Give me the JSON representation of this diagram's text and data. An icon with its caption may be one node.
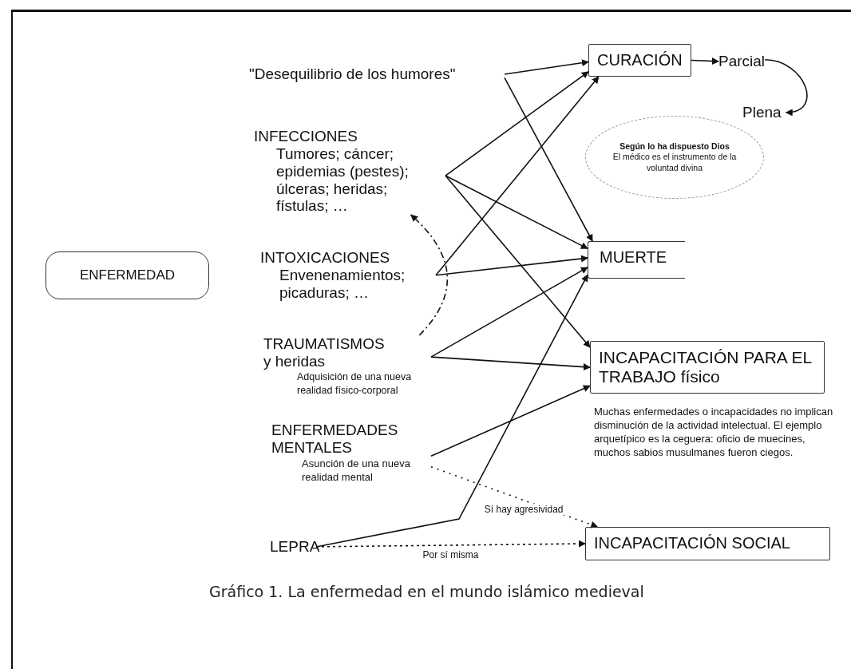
{
  "diagram": {
    "caption": "Gráfico 1. La enfermedad en el mundo islámico medieval",
    "nodes": [
      {
        "text": [
          "ENFERMEDAD"
        ]
      },
      {
        "text": [
          "\"Desequilibrio de los humores\""
        ]
      },
      {
        "text": [
          "INFECCIONES",
          "Tumores; cáncer; epidemias (pestes); úlceras; heridas; fístulas; …"
        ]
      },
      {
        "text": [
          "INTOXICACIONES",
          "Envenenamientos; picaduras; …"
        ]
      },
      {
        "text": [
          "TRAUMATISMOS y heridas",
          "Adquisición de una nueva realidad físico-corporal"
        ]
      },
      {
        "text": [
          "ENFERMEDADES MENTALES",
          "Asunción de una nueva realidad mental"
        ]
      },
      {
        "text": [
          "LEPRA"
        ]
      },
      {
        "text": [
          "CURACIÓN"
        ]
      },
      {
        "text": [
          "Parcial"
        ]
      },
      {
        "text": [
          "Plena"
        ]
      },
      {
        "text": [
          "Según lo ha dispuesto Dios",
          "El médico es el instrumento de la voluntad divina"
        ]
      },
      {
        "text": [
          "MUERTE"
        ]
      },
      {
        "text": [
          "INCAPACITACIÓN PARA EL TRABAJO físico"
        ],
        "beside": [
          "Muchas enfermedades o incapacidades no implican disminución de la actividad intelectual. El ejemplo arquetípico es la ceguera: oficio de muecines, muchos sabios musulmanes fueron ciegos."
        ]
      },
      {
        "text": [
          "INCAPACITACIÓN SOCIAL"
        ]
      }
    ],
    "edges": [
      {
        "from": 1,
        "to": 7,
        "arrow": "to"
      },
      {
        "from": 1,
        "to": 11,
        "arrow": "to"
      },
      {
        "from": 2,
        "to": 7,
        "arrow": "to"
      },
      {
        "from": 2,
        "to": 11,
        "arrow": "to"
      },
      {
        "from": 2,
        "to": 12,
        "arrow": "to"
      },
      {
        "from": 3,
        "to": 7,
        "arrow": "to"
      },
      {
        "from": 3,
        "to": 11,
        "arrow": "to"
      },
      {
        "from": 4,
        "to": 11,
        "arrow": "to"
      },
      {
        "from": 4,
        "to": 12,
        "arrow": "to"
      },
      {
        "from": 4,
        "to": 2,
        "arrow": "to",
        "style": "dashed"
      },
      {
        "from": 6,
        "to": 11,
        "arrow": "to"
      },
      {
        "from": 5,
        "to": 12,
        "arrow": "to"
      },
      {
        "from": 5,
        "to": 13,
        "arrow": "to",
        "style": "dashed",
        "label": "Sí hay agresividad"
      },
      {
        "from": 6,
        "to": 13,
        "arrow": "to",
        "style": "dashed",
        "label": "Por sí misma"
      },
      {
        "from": 7,
        "to": 8,
        "arrow": "to"
      },
      {
        "from": 8,
        "to": 9,
        "arrow": "to"
      }
    ]
  }
}
